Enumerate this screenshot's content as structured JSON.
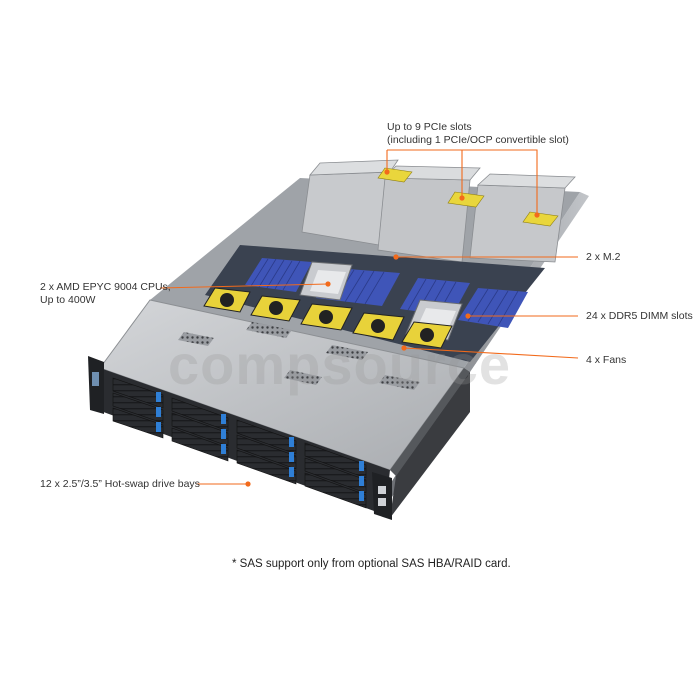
{
  "colors": {
    "callout": "#f26a1b",
    "chassis": "#b9bcc0",
    "chassis_dark": "#7d8186",
    "front": "#2a2c30",
    "blue_tab": "#2f7fd6",
    "dimm": "#3f55b8",
    "fan": "#e8d23a"
  },
  "callouts": {
    "pcie": {
      "line1": "Up to 9 PCIe slots",
      "line2": "(including 1 PCIe/OCP convertible slot)"
    },
    "m2": "2 x M.2",
    "cpu": {
      "line1": "2 x AMD EPYC 9004 CPUs,",
      "line2": "Up to 400W"
    },
    "dimm": "24 x DDR5 DIMM slots",
    "fans": "4 x Fans",
    "drives": "12 x 2.5”/3.5” Hot-swap drive bays"
  },
  "footnote": "* SAS support only from optional SAS HBA/RAID card.",
  "watermark": "compsource",
  "icons": [
    "server-illustration"
  ]
}
